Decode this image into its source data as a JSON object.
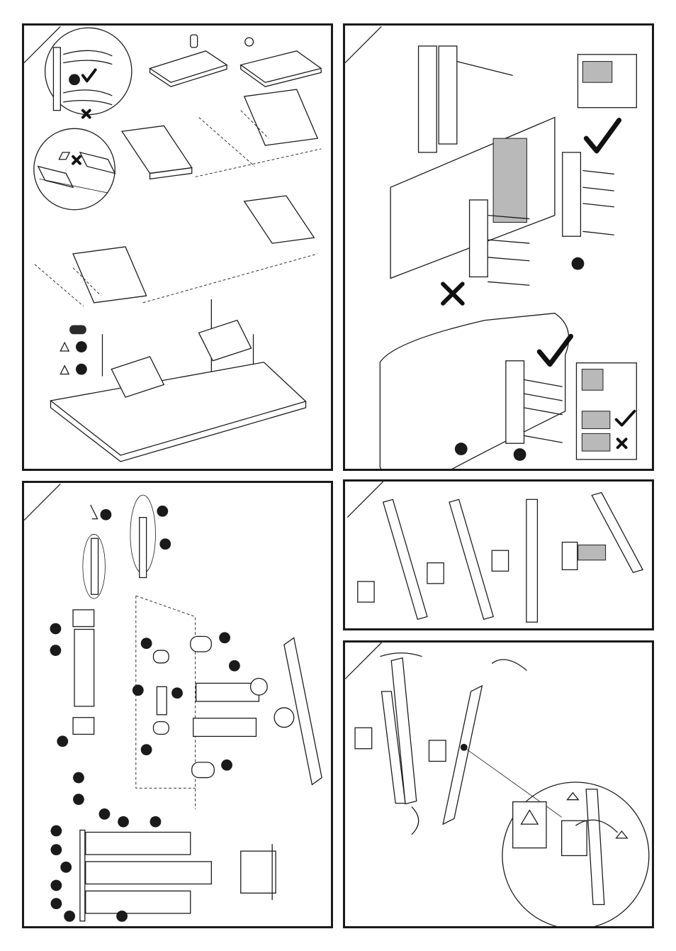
{
  "document": {
    "type": "wall-mount-installation-diagram-sheet",
    "panels": [
      {
        "id": "tv-bracket-assembly",
        "step_marker": "",
        "labels": []
      },
      {
        "id": "wall-plate-mounting",
        "step_marker": "",
        "labels": []
      },
      {
        "id": "arm-assembly",
        "step_marker": "",
        "labels": []
      },
      {
        "id": "hang-tv",
        "step_marker": "",
        "labels": []
      },
      {
        "id": "tilt-adjust",
        "step_marker": "",
        "labels": []
      }
    ],
    "icons": {
      "correct": "check-mark-icon",
      "incorrect": "x-mark-icon",
      "caution": "warning-triangle-icon",
      "part_marker": "filled-circle-callout-icon"
    },
    "colors": {
      "ink": "#1a1a1a",
      "fill_gray": "#b9b9b9",
      "paper": "#ffffff"
    }
  }
}
